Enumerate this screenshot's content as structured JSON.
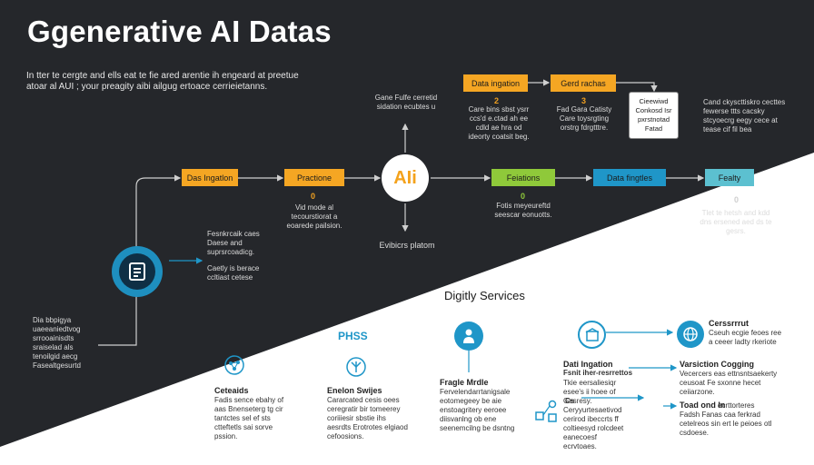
{
  "title": "Ggenerative AI Datas",
  "intro": "In tter te cergte and ells eat te fie ared arentie ih engeard at preetue atoar al AUI ; your preagity aibi ailgug ertoace cerrieietanns.",
  "top_row": {
    "box1": "Data ingation",
    "box2": "Gerd rachas",
    "num1": "2",
    "num2": "3",
    "text1": "Care bins sbst ysrr ccs'd e.ctad ah ee cdld ae hra od ideorty coatsit beg.",
    "text2": "Fad Gara Catisty Care toysrgting orstrg fdrgtttre."
  },
  "top_center_text": "Gane Fulfe cerretid sidation ecubtes u",
  "white_card": "Cieewiwd Conkosd Isr pxrstnotad Fatad",
  "far_right_top_text": "Cand ckyscttiskro cecttes fewerse ttts cacsky stcyoecrg eegy cece at tease cif fil bea",
  "main_row": {
    "box1": "Das Ingatlon",
    "box2": "Practione",
    "ai_label": "AIi",
    "box3": "Feiations",
    "box4": "Data fingtles",
    "box5": "Fealty"
  },
  "main_nums": {
    "n2": "0",
    "n3": "0",
    "n5": "0"
  },
  "main_texts": {
    "t2": "Vid mode al tecourstiorat a eoarede pailsion.",
    "t3": "Fotis meyeureftd seescar eonuotts.",
    "t5": "Tlet te hetsh and kdd dns ersened aed ds te gesrs."
  },
  "ai_bottom_label": "Evibicrs platom",
  "left_side": {
    "text1": "Fesnkrcaik caes Daese and suprsrcoadicg.",
    "text2": "Caetly is berace ccltiast cetese",
    "bottom_text": "Dia bbpigya uaeeaniedtvog srrooainisdts sraiselad als tenoilgid aecg Fasealtgesurtd"
  },
  "services": {
    "title": "Digitly Services",
    "physs_label": "PHSS",
    "s1_title": "Ceteaids",
    "s1_text": "Fadis sence ebahy of aas Bnenseterg tg cir tantctes sel ef sts ctteftetls sai sorve pssion.",
    "s2_title": "Enelon Swijes",
    "s2_text": "Cararcated cesis oees ceregratir bir tomeerey coriiiesir sbstie ihs aesrdts Erotrotes elgiaod cefoosions.",
    "s3_title": "Fragle Mrdle",
    "s3_text": "Fervelendarrtanigsale eotomegeey be aie enstoagritery eeroee diisvanlng ob ene seenemcilng be dsntng",
    "s4_title": "Dati Ingation",
    "s4_sub": "Fsnit iher-resrrettos",
    "s4_text": "Tkie eersaliesiqr esee's ii hoee of Gesresy.",
    "s4_b": "Cs",
    "s4_b_text": "Ceryyurtesaetivod cerirod ibeccrts ff coltieesyd rolcdeet eanecoesf ecrvtoaes.",
    "r1_title": "Cerssrrrut",
    "r1_text": "Cseuh ecgie feoes ree a ceeer ladty rkeriote",
    "r2_title": "Varsiction Cogging",
    "r2_text": "Vecercers eas ettnsntsaekerty ceusoat Fe sxonne hecet ceiiarzone.",
    "r3_title": "Toad ond In",
    "r3_sub": "ecrttorteres",
    "r3_text": "Fadsh Fanas caa ferkrad cetelreos sin ert le peioes otl csdoese."
  },
  "colors": {
    "orange": "#f5a623",
    "green": "#8fc93a",
    "blue": "#1f96c8",
    "teal": "#5cc0d0",
    "yellow": "#f4a21c"
  },
  "icons": {
    "document": "document-icon",
    "network": "network-icon",
    "tree": "tree-icon",
    "person": "person-icon",
    "building": "building-icon",
    "globe": "globe-icon",
    "nodes": "nodes-icon"
  }
}
